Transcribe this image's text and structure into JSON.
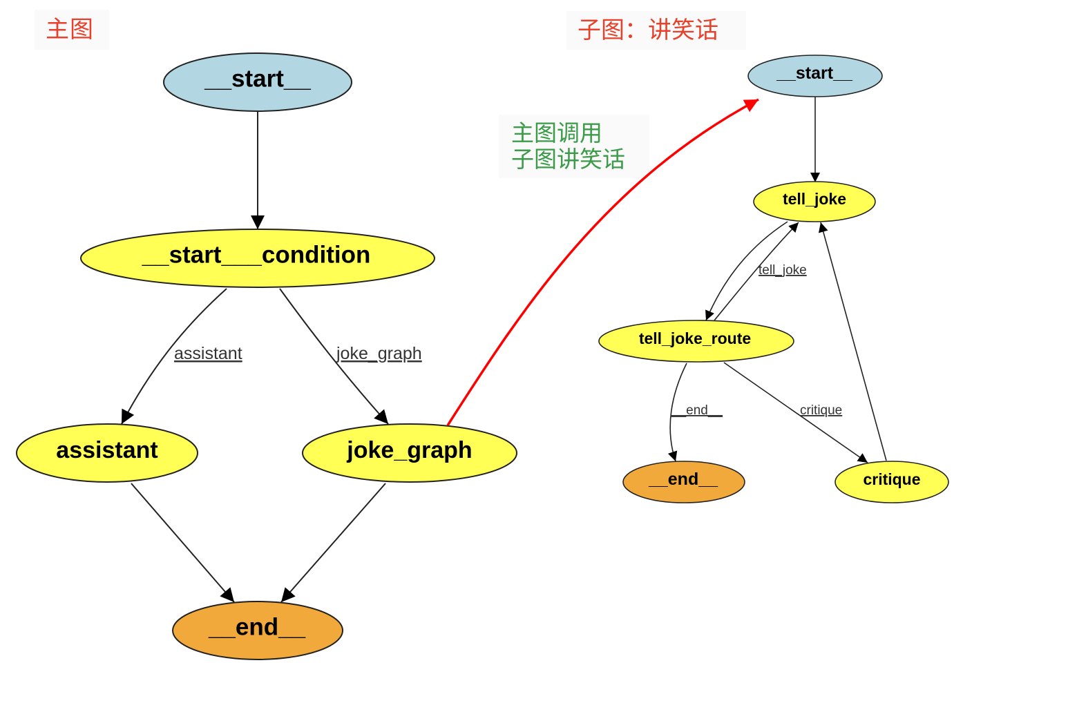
{
  "titles": {
    "main_graph": "主图",
    "sub_graph": "子图：讲笑话"
  },
  "annotation": {
    "line1": "主图调用",
    "line2": "子图讲笑话",
    "arrow_color": "#ff0000",
    "text_color": "#3b9b48"
  },
  "colors": {
    "start_fill": "#b3d6e3",
    "node_fill": "#ffff55",
    "end_fill": "#f0a93a",
    "title_color": "#e8412b"
  },
  "main_graph": {
    "nodes": [
      {
        "id": "start",
        "label": "__start__",
        "kind": "start"
      },
      {
        "id": "start_condition",
        "label": "__start___condition",
        "kind": "node"
      },
      {
        "id": "assistant",
        "label": "assistant",
        "kind": "node"
      },
      {
        "id": "joke_graph",
        "label": "joke_graph",
        "kind": "node"
      },
      {
        "id": "end",
        "label": "__end__",
        "kind": "end"
      }
    ],
    "edges": [
      {
        "from": "start",
        "to": "start_condition",
        "label": ""
      },
      {
        "from": "start_condition",
        "to": "assistant",
        "label": "assistant"
      },
      {
        "from": "start_condition",
        "to": "joke_graph",
        "label": "joke_graph"
      },
      {
        "from": "assistant",
        "to": "end",
        "label": ""
      },
      {
        "from": "joke_graph",
        "to": "end",
        "label": ""
      }
    ]
  },
  "sub_graph": {
    "nodes": [
      {
        "id": "start",
        "label": "__start__",
        "kind": "start"
      },
      {
        "id": "tell_joke",
        "label": "tell_joke",
        "kind": "node"
      },
      {
        "id": "tell_joke_route",
        "label": "tell_joke_route",
        "kind": "node"
      },
      {
        "id": "end",
        "label": "__end__",
        "kind": "end"
      },
      {
        "id": "critique",
        "label": "critique",
        "kind": "node"
      }
    ],
    "edges": [
      {
        "from": "start",
        "to": "tell_joke",
        "label": ""
      },
      {
        "from": "tell_joke",
        "to": "tell_joke_route",
        "label": ""
      },
      {
        "from": "tell_joke_route",
        "to": "tell_joke",
        "label": "tell_joke"
      },
      {
        "from": "tell_joke_route",
        "to": "end",
        "label": "__end__"
      },
      {
        "from": "tell_joke_route",
        "to": "critique",
        "label": "critique"
      },
      {
        "from": "critique",
        "to": "tell_joke",
        "label": ""
      }
    ]
  }
}
